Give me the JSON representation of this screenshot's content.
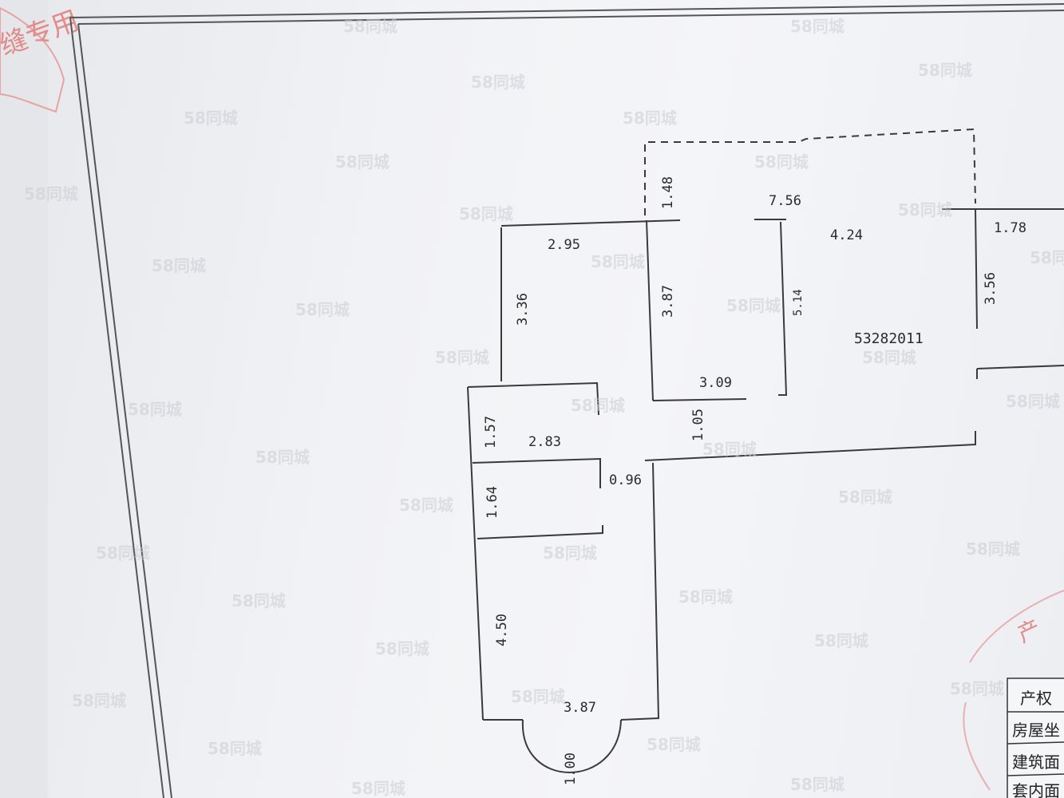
{
  "stamp_top_left": "缝专用",
  "stamp_bottom_right": "产",
  "watermark": "58同城",
  "plan_code": "53282011",
  "dimensions": {
    "d148": "1.48",
    "d756": "7.56",
    "d424": "4.24",
    "d178": "1.78",
    "d295": "2.95",
    "d336": "3.36",
    "d387_top": "3.87",
    "d514": "5.14",
    "d356": "3.56",
    "d309": "3.09",
    "d157": "1.57",
    "d283": "2.83",
    "d105": "1.05",
    "d096": "0.96",
    "d164": "1.64",
    "d450": "4.50",
    "d387_bottom": "3.87",
    "d100": "1.00"
  },
  "table_rows": [
    "产权",
    "房屋坐",
    "建筑面",
    "套内面"
  ]
}
